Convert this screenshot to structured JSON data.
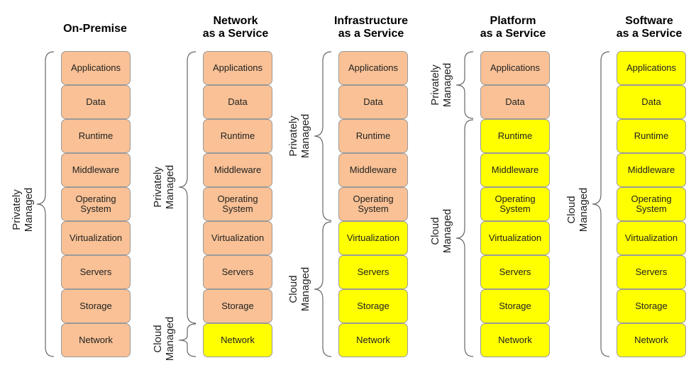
{
  "columns": [
    {
      "title": "On-Premise",
      "layers": [
        {
          "label": "Applications",
          "managed": "private"
        },
        {
          "label": "Data",
          "managed": "private"
        },
        {
          "label": "Runtime",
          "managed": "private"
        },
        {
          "label": "Middleware",
          "managed": "private"
        },
        {
          "label": "Operating\nSystem",
          "managed": "private"
        },
        {
          "label": "Virtualization",
          "managed": "private"
        },
        {
          "label": "Servers",
          "managed": "private"
        },
        {
          "label": "Storage",
          "managed": "private"
        },
        {
          "label": "Network",
          "managed": "private"
        }
      ],
      "groups": [
        {
          "label": "Privately Managed"
        }
      ]
    },
    {
      "title": "Network\nas a Service",
      "layers": [
        {
          "label": "Applications",
          "managed": "private"
        },
        {
          "label": "Data",
          "managed": "private"
        },
        {
          "label": "Runtime",
          "managed": "private"
        },
        {
          "label": "Middleware",
          "managed": "private"
        },
        {
          "label": "Operating\nSystem",
          "managed": "private"
        },
        {
          "label": "Virtualization",
          "managed": "private"
        },
        {
          "label": "Servers",
          "managed": "private"
        },
        {
          "label": "Storage",
          "managed": "private"
        },
        {
          "label": "Network",
          "managed": "cloud"
        }
      ],
      "groups": [
        {
          "label": "Privately Managed"
        },
        {
          "label": "Cloud\nManaged"
        }
      ]
    },
    {
      "title": "Infrastructure\nas a Service",
      "layers": [
        {
          "label": "Applications",
          "managed": "private"
        },
        {
          "label": "Data",
          "managed": "private"
        },
        {
          "label": "Runtime",
          "managed": "private"
        },
        {
          "label": "Middleware",
          "managed": "private"
        },
        {
          "label": "Operating\nSystem",
          "managed": "private"
        },
        {
          "label": "Virtualization",
          "managed": "cloud"
        },
        {
          "label": "Servers",
          "managed": "cloud"
        },
        {
          "label": "Storage",
          "managed": "cloud"
        },
        {
          "label": "Network",
          "managed": "cloud"
        }
      ],
      "groups": [
        {
          "label": "Privately Managed"
        },
        {
          "label": "Cloud Managed"
        }
      ]
    },
    {
      "title": "Platform\nas a Service",
      "layers": [
        {
          "label": "Applications",
          "managed": "private"
        },
        {
          "label": "Data",
          "managed": "private"
        },
        {
          "label": "Runtime",
          "managed": "cloud"
        },
        {
          "label": "Middleware",
          "managed": "cloud"
        },
        {
          "label": "Operating\nSystem",
          "managed": "cloud"
        },
        {
          "label": "Virtualization",
          "managed": "cloud"
        },
        {
          "label": "Servers",
          "managed": "cloud"
        },
        {
          "label": "Storage",
          "managed": "cloud"
        },
        {
          "label": "Network",
          "managed": "cloud"
        }
      ],
      "groups": [
        {
          "label": "Privately\nManaged"
        },
        {
          "label": "Cloud Managed"
        }
      ]
    },
    {
      "title": "Software\nas a Service",
      "layers": [
        {
          "label": "Applications",
          "managed": "cloud"
        },
        {
          "label": "Data",
          "managed": "cloud"
        },
        {
          "label": "Runtime",
          "managed": "cloud"
        },
        {
          "label": "Middleware",
          "managed": "cloud"
        },
        {
          "label": "Operating\nSystem",
          "managed": "cloud"
        },
        {
          "label": "Virtualization",
          "managed": "cloud"
        },
        {
          "label": "Servers",
          "managed": "cloud"
        },
        {
          "label": "Storage",
          "managed": "cloud"
        },
        {
          "label": "Network",
          "managed": "cloud"
        }
      ],
      "groups": [
        {
          "label": "Cloud Managed"
        }
      ]
    }
  ],
  "colors": {
    "private": "#f9c195",
    "cloud": "#ffff00",
    "border": "#9a9a9a"
  }
}
